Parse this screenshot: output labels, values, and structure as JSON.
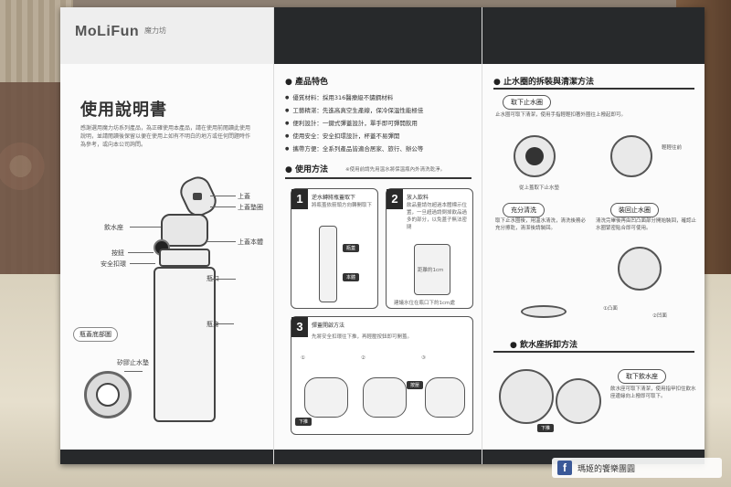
{
  "brand": {
    "logo": "MoLiFun",
    "logo_sub": "魔力坊"
  },
  "panel1": {
    "title": "使用說明書",
    "intro": "感謝選用魔力坊系列產品，為正確使用本產品，請在使用前閱讀此使用說明，並請閱讀後保留以便在使用上如有不明白的地方或任何問題時作為參考，或向本公司詢問。",
    "labels": {
      "lid": "上蓋",
      "lid_gasket": "上蓋墊圈",
      "spout": "飲水座",
      "button": "按鈕",
      "safety_lock": "安全扣環",
      "cap_body": "上蓋本體",
      "bottle_mouth": "瓶口",
      "bottle_body": "瓶身",
      "silicone_seal": "矽膠止水墊"
    },
    "bottom_tag": "瓶蓋底部圖"
  },
  "panel2": {
    "features_title": "產品特色",
    "features": [
      "優質材料：採用316醫療級不鏽鋼材料",
      "工藝精湛：先進高真空生產線，保冷保溫性能極佳",
      "便利設計：一鍵式彈蓋設計，單手即可彈開飲用",
      "使用安全：安全扣環設計，杯蓋不易彈開",
      "攜帶方便：全系列產品皆適合居家、旅行、辦公等"
    ],
    "usage_title": "使用方法",
    "usage_note": "※使用前請先用溫水將保溫瓶內外清洗乾淨。",
    "step1": {
      "num": "1",
      "title": "逆水轉將瓶蓋取下",
      "text": "將瓶蓋依箭頭方向轉開取下",
      "tag1": "瓶蓋",
      "tag2": "本體"
    },
    "step2": {
      "num": "2",
      "title": "放入飲料",
      "text": "飲品量請勿超過本體標示位置，一旦超過請倒掉飲品過多的部分，以免蓋子無法密閉",
      "mark": "距離約1cm",
      "caption": "建議水位在瓶口下約1cm處"
    },
    "step3": {
      "num": "3",
      "title": "彈蓋開啟方法",
      "text": "先將安全扣環往下推，再輕壓按鈕即可開蓋。",
      "steps": [
        "①",
        "②",
        "③"
      ],
      "push": "下推",
      "press": "按壓"
    }
  },
  "panel3": {
    "seal_title": "止水圈的拆裝與清潔方法",
    "remove_seal": "取下止水圈",
    "remove_text": "止水圈可取下清潔，使用手指輕輕扣著外圈往上撥起即可。",
    "arrow_label": "輕輕往前",
    "seal_note": "從上蓋取下止水墊",
    "rinse": "充分清洗",
    "rinse_text": "取下止水圈後，用溫水清洗，清洗後務必充分擦乾，清潔後請裝回。",
    "refit": "裝回止水圈",
    "refit_text": "清洗完畢後再由凹凸面部分開始裝回，確認止水圈緊密貼合即可使用。",
    "label_a": "①凸面",
    "label_b": "②凹面",
    "spout_title": "飲水座拆卸方法",
    "remove_spout": "取下飲水座",
    "spout_text": "飲水座可取下清潔，使用指甲扣住飲水座邊緣向上撥即可取下。",
    "push_label": "下推"
  },
  "watermark": {
    "icon": "facebook-icon",
    "text": "瑪姬的饗樂團圓"
  },
  "colors": {
    "band": "#27292b",
    "paper": "#fbfbfb",
    "ink": "#333333",
    "facebook": "#3b5998"
  }
}
